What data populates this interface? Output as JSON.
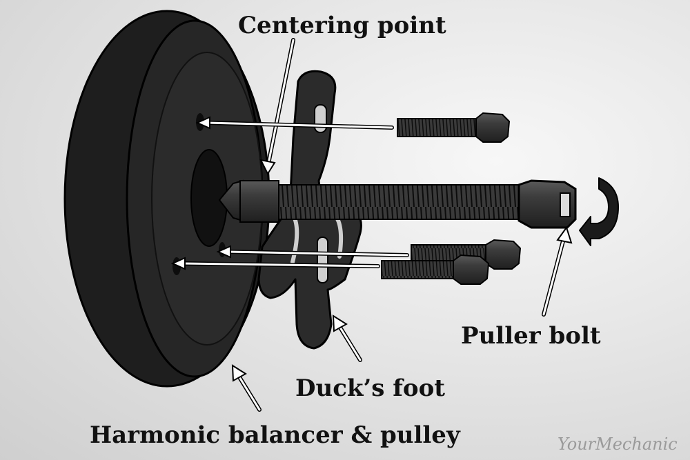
{
  "labels": {
    "centering_point": "Centering point",
    "puller_bolt": "Puller bolt",
    "ducks_foot": "Duck’s foot",
    "harmonic_balancer": "Harmonic balancer & pulley"
  },
  "watermark": "YourMechanic",
  "colors": {
    "background": "#e6e6e6",
    "metal_dark": "#2a2a2a",
    "outline": "#000000",
    "arrow": "#ffffff"
  }
}
